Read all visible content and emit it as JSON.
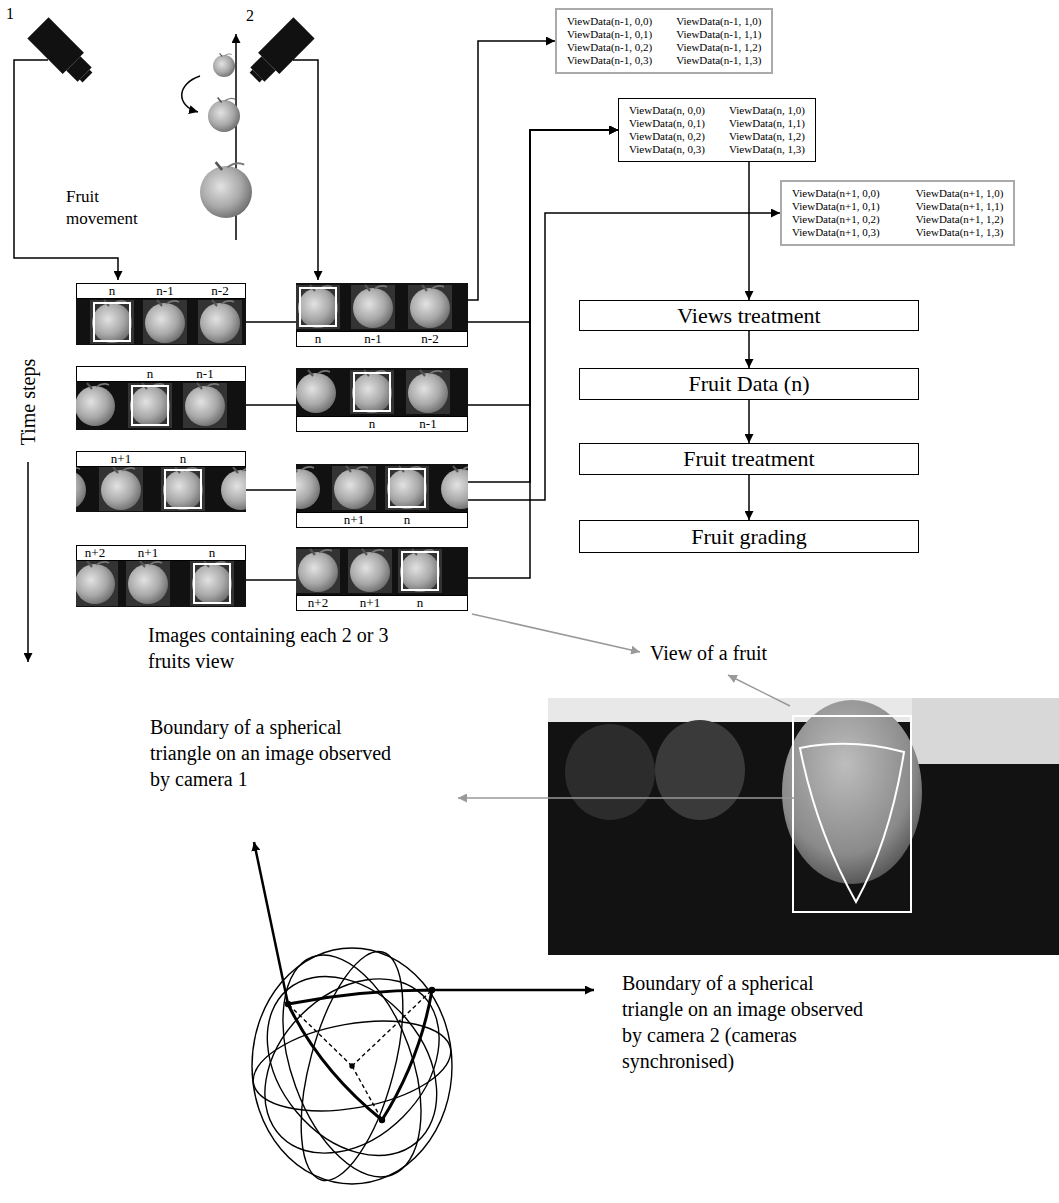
{
  "diagram": {
    "nodes": [
      {
        "text": [
          "ViewData(n-1, 0,0)",
          "ViewData(n-1, 1,0)",
          "ViewData(n-1, 0,1)",
          "ViewData(n-1, 1,1)",
          "ViewData(n-1, 0,2)",
          "ViewData(n-1, 1,2)",
          "ViewData(n-1, 0,3)",
          "ViewData(n-1, 1,3)"
        ]
      },
      {
        "text": [
          "ViewData(n, 0,0)",
          "ViewData(n, 1,0)",
          "ViewData(n, 0,1)",
          "ViewData(n, 1,1)",
          "ViewData(n, 0,2)",
          "ViewData(n, 1,2)",
          "ViewData(n, 0,3)",
          "ViewData(n, 1,3)"
        ]
      },
      {
        "text": [
          "ViewData(n+1, 0,0)",
          "ViewData(n+1, 1,0)",
          "ViewData(n+1, 0,1)",
          "ViewData(n+1, 1,1)",
          "ViewData(n+1, 0,2)",
          "ViewData(n+1, 1,2)",
          "ViewData(n+1, 0,3)",
          "ViewData(n+1, 1,3)"
        ]
      },
      {
        "text": [
          "n",
          "n-1",
          "n-2"
        ]
      },
      {
        "text": [
          "n",
          "n-1",
          "n-2"
        ]
      },
      {
        "text": [
          "n",
          "n-1"
        ]
      },
      {
        "text": [
          "n",
          "n-1"
        ]
      },
      {
        "text": [
          "n+1",
          "n"
        ]
      },
      {
        "text": [
          "n+1",
          "n"
        ]
      },
      {
        "text": [
          "n+2",
          "n+1",
          "n"
        ]
      },
      {
        "text": [
          "n+2",
          "n+1",
          "n"
        ]
      },
      {
        "text": [
          "Views treatment"
        ]
      },
      {
        "text": [
          "Fruit Data (n)"
        ]
      },
      {
        "text": [
          "Fruit treatment"
        ]
      },
      {
        "text": [
          "Fruit grading"
        ]
      }
    ],
    "edges": [
      {
        "from": 3,
        "to": 4,
        "arrow": "none"
      },
      {
        "from": 5,
        "to": 6,
        "arrow": "none"
      },
      {
        "from": 7,
        "to": 8,
        "arrow": "none"
      },
      {
        "from": 9,
        "to": 10,
        "arrow": "none"
      },
      {
        "from": 4,
        "to": 0,
        "arrow": "to"
      },
      {
        "from": 4,
        "to": 1,
        "arrow": "to"
      },
      {
        "from": 6,
        "to": 1,
        "arrow": "to"
      },
      {
        "from": 8,
        "to": 1,
        "arrow": "to"
      },
      {
        "from": 8,
        "to": 2,
        "arrow": "to"
      },
      {
        "from": 10,
        "to": 1,
        "arrow": "to"
      },
      {
        "from": 1,
        "to": 11,
        "arrow": "to"
      },
      {
        "from": 11,
        "to": 12,
        "arrow": "to"
      },
      {
        "from": 12,
        "to": 13,
        "arrow": "to"
      },
      {
        "from": 13,
        "to": 14,
        "arrow": "to"
      }
    ],
    "labels": [
      "1",
      "2",
      "Fruit movement",
      "Time steps",
      "Images containing each 2 or 3 fruits view",
      "View of a fruit",
      "Boundary of a spherical triangle on an image observed by camera 1",
      "Boundary of a spherical triangle on an image observed by camera 2 (cameras synchronised)"
    ]
  }
}
